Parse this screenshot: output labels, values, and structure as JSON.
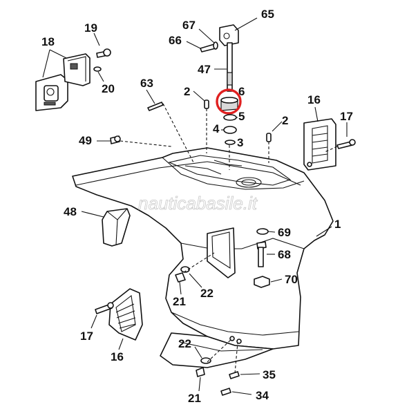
{
  "diagram": {
    "callouts": [
      "18",
      "19",
      "20",
      "67",
      "65",
      "66",
      "47",
      "63",
      "2",
      "6",
      "5",
      "4",
      "3",
      "2",
      "16",
      "17",
      "49",
      "48",
      "1",
      "69",
      "68",
      "70",
      "21",
      "22",
      "17",
      "16",
      "22",
      "35",
      "21",
      "34"
    ],
    "watermark": "nauticabasile.it",
    "highlight_color": "#e02020"
  }
}
